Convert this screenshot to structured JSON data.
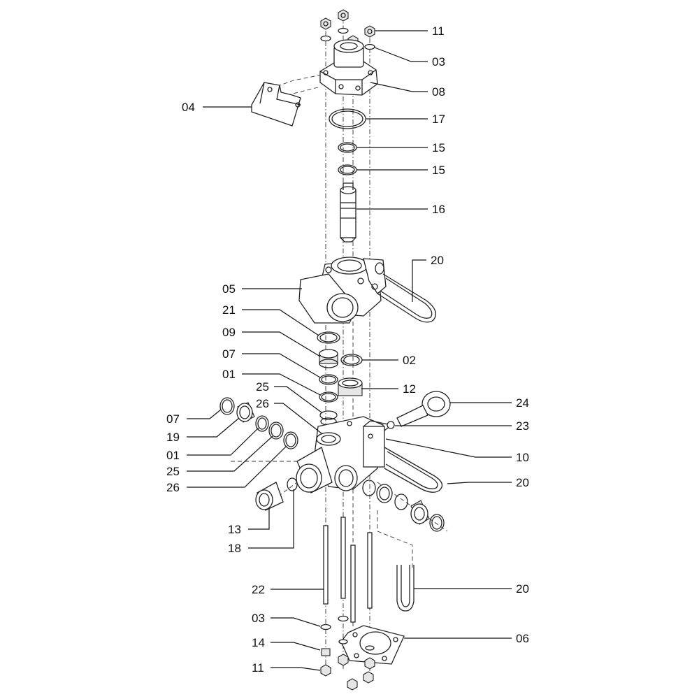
{
  "diagram": {
    "callouts": [
      {
        "id": "c-11-top",
        "text": "11"
      },
      {
        "id": "c-03-top",
        "text": "03"
      },
      {
        "id": "c-08",
        "text": "08"
      },
      {
        "id": "c-04",
        "text": "04"
      },
      {
        "id": "c-17",
        "text": "17"
      },
      {
        "id": "c-15-a",
        "text": "15"
      },
      {
        "id": "c-15-b",
        "text": "15"
      },
      {
        "id": "c-16",
        "text": "16"
      },
      {
        "id": "c-20-a",
        "text": "20"
      },
      {
        "id": "c-05",
        "text": "05"
      },
      {
        "id": "c-21",
        "text": "21"
      },
      {
        "id": "c-09",
        "text": "09"
      },
      {
        "id": "c-07-a",
        "text": "07"
      },
      {
        "id": "c-02",
        "text": "02"
      },
      {
        "id": "c-01-a",
        "text": "01"
      },
      {
        "id": "c-12",
        "text": "12"
      },
      {
        "id": "c-25-a",
        "text": "25"
      },
      {
        "id": "c-26-a",
        "text": "26"
      },
      {
        "id": "c-24",
        "text": "24"
      },
      {
        "id": "c-07-b",
        "text": "07"
      },
      {
        "id": "c-23",
        "text": "23"
      },
      {
        "id": "c-19",
        "text": "19"
      },
      {
        "id": "c-10",
        "text": "10"
      },
      {
        "id": "c-01-b",
        "text": "01"
      },
      {
        "id": "c-25-b",
        "text": "25"
      },
      {
        "id": "c-20-b",
        "text": "20"
      },
      {
        "id": "c-26-b",
        "text": "26"
      },
      {
        "id": "c-13",
        "text": "13"
      },
      {
        "id": "c-18",
        "text": "18"
      },
      {
        "id": "c-22",
        "text": "22"
      },
      {
        "id": "c-20-c",
        "text": "20"
      },
      {
        "id": "c-03-bottom",
        "text": "03"
      },
      {
        "id": "c-06",
        "text": "06"
      },
      {
        "id": "c-14",
        "text": "14"
      },
      {
        "id": "c-11-bottom",
        "text": "11"
      }
    ]
  }
}
